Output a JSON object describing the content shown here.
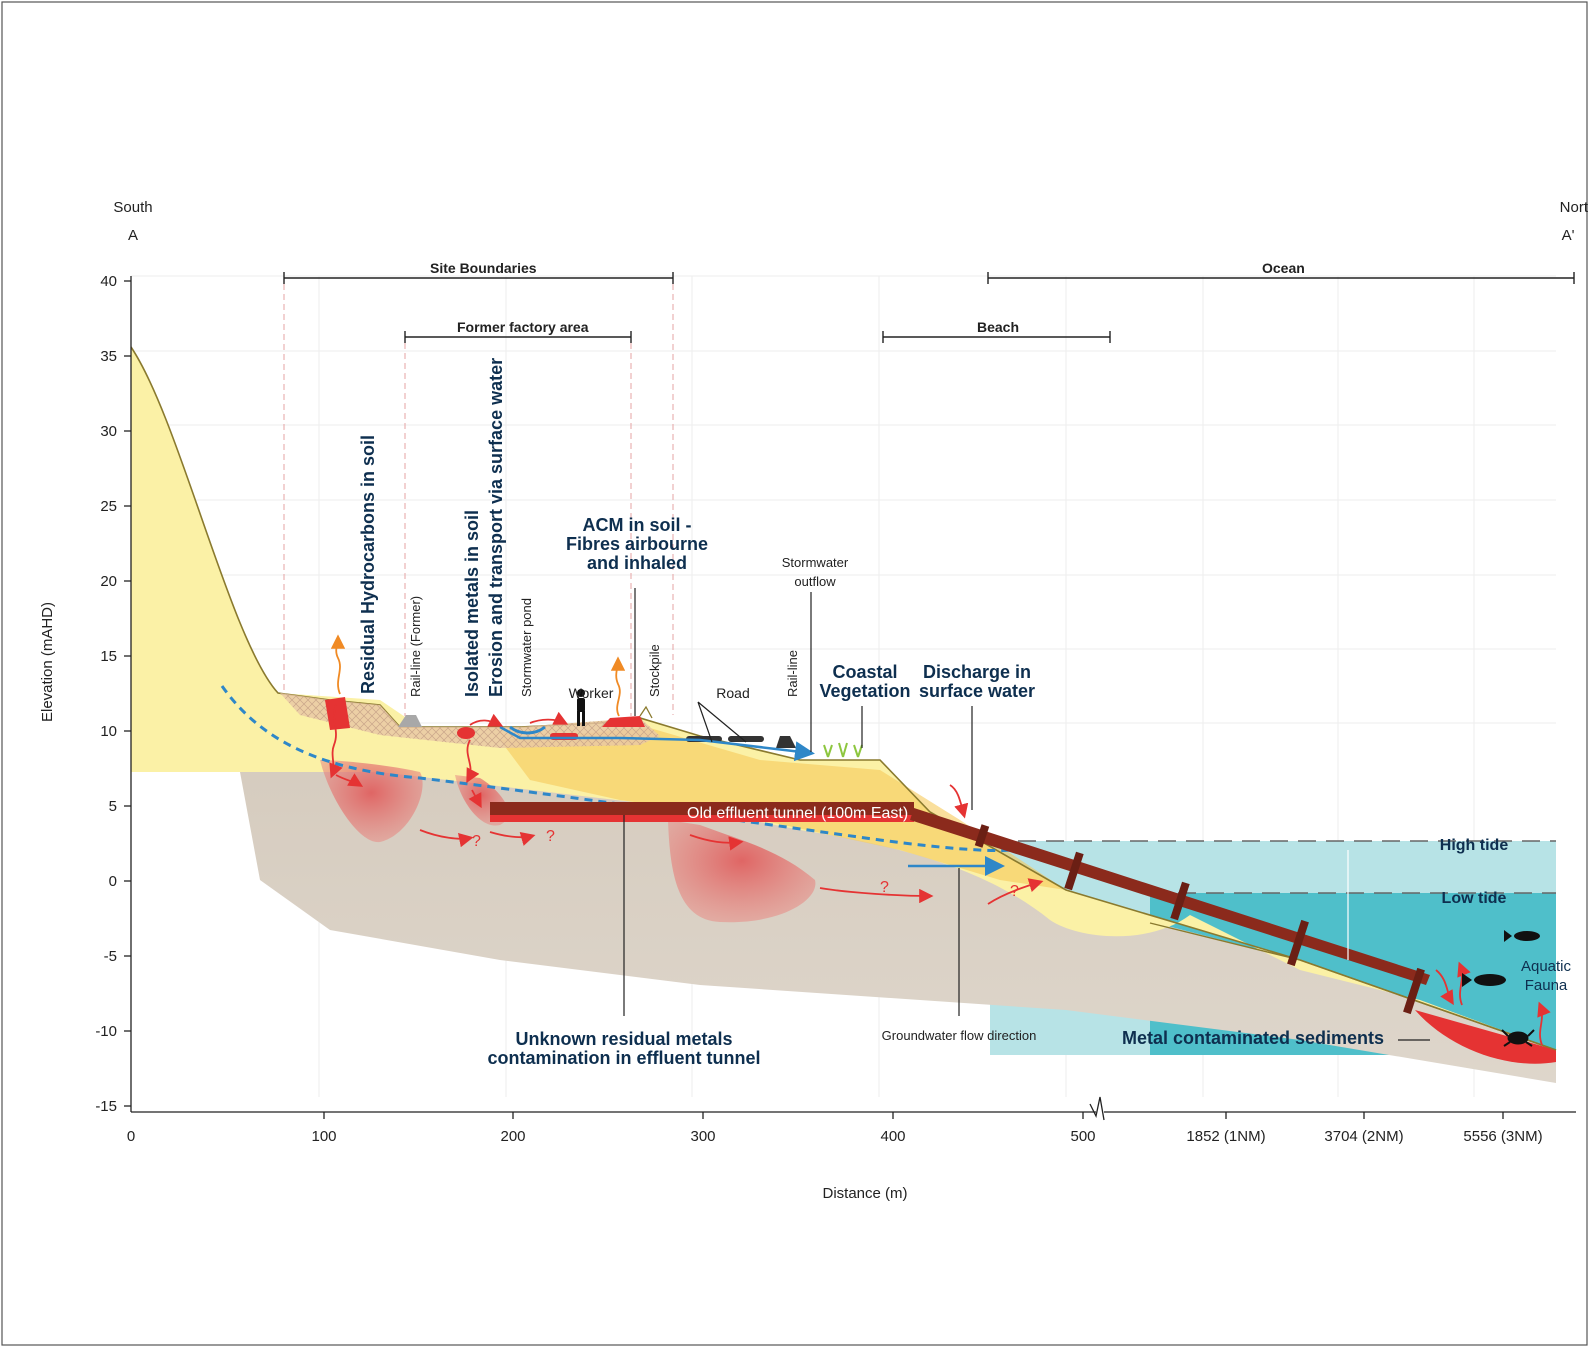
{
  "orientation": {
    "left_direction": "South",
    "left_marker": "A",
    "right_direction": "North",
    "right_marker": "A'"
  },
  "axes": {
    "ylabel": "Elevation (mAHD)",
    "xlabel": "Distance (m)",
    "y_ticks": [
      "40",
      "35",
      "30",
      "25",
      "20",
      "15",
      "10",
      "5",
      "0",
      "-5",
      "-10",
      "-15"
    ],
    "x_ticks": [
      "0",
      "100",
      "200",
      "300",
      "400",
      "500",
      "1852 (1NM)",
      "3704 (2NM)",
      "5556 (3NM)"
    ]
  },
  "zones": {
    "site_boundaries": "Site Boundaries",
    "ocean": "Ocean",
    "former_factory": "Former factory area",
    "beach": "Beach"
  },
  "labels": {
    "residual_hydrocarbons": "Residual Hydrocarbons in soil",
    "rail_former": "Rail-line (Former)",
    "isolated_metals": "Isolated metals in soil",
    "erosion": "Erosion and transport via surface water",
    "stormwater_pond": "Stormwater pond",
    "worker": "Worker",
    "acm_1": "ACM in soil -",
    "acm_2": "Fibres airbourne",
    "acm_3": "and inhaled",
    "stockpile": "Stockpile",
    "stormwater_outflow_1": "Stormwater",
    "stormwater_outflow_2": "outflow",
    "road": "Road",
    "rail_line": "Rail-line",
    "coastal_veg_1": "Coastal",
    "coastal_veg_2": "Vegetation",
    "discharge_1": "Discharge in",
    "discharge_2": "surface water",
    "tunnel": "Old effluent tunnel (100m East)",
    "high_tide": "High tide",
    "low_tide": "Low tide",
    "aquatic_1": "Aquatic",
    "aquatic_2": "Fauna",
    "unknown_metals_1": "Unknown residual metals",
    "unknown_metals_2": "contamination in effluent tunnel",
    "groundwater_flow": "Groundwater flow direction",
    "metal_sediments": "Metal contaminated sediments",
    "question_mark": "?"
  },
  "colors": {
    "sand": "#fbf1a6",
    "sand_dark": "#f6c95a",
    "bedrock": "#d2c6b6",
    "contamination": "#e05a5a",
    "ocean_high": "#b7e3e6",
    "ocean_low": "#4fbfca",
    "tunnel": "#8b2a1c",
    "title_text": "#0e2f4f"
  }
}
